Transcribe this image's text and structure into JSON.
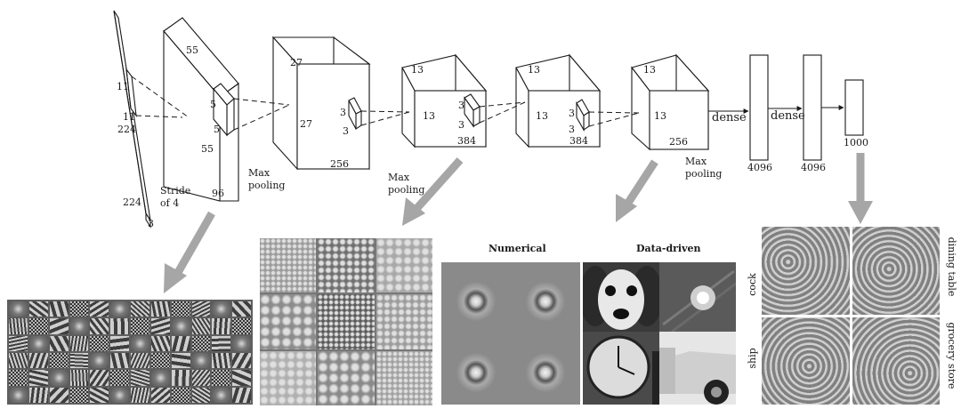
{
  "input_layer": {
    "height": "224",
    "width": "224",
    "depth": "3",
    "kernel_h": "11",
    "kernel_w": "11"
  },
  "conv1": {
    "size": "55",
    "size_side": "55",
    "depth": "96",
    "kernel_h": "5",
    "kernel_w": "5",
    "note_line1": "Stride",
    "note_line2": "of 4"
  },
  "pool1": {
    "line1": "Max",
    "line2": "pooling"
  },
  "conv2": {
    "size": "27",
    "size_side": "27",
    "depth": "256",
    "kernel_h": "3",
    "kernel_w": "3"
  },
  "pool2": {
    "line1": "Max",
    "line2": "pooling"
  },
  "conv3": {
    "size": "13",
    "size_side": "13",
    "depth": "384",
    "kernel_h": "3",
    "kernel_w": "3"
  },
  "conv4": {
    "size": "13",
    "size_side": "13",
    "depth": "384",
    "kernel_h": "3",
    "kernel_w": "3"
  },
  "conv5": {
    "size": "13",
    "size_side": "13",
    "depth": "256"
  },
  "pool3": {
    "line1": "Max",
    "line2": "pooling"
  },
  "dense_label_1": "dense",
  "dense_label_2": "dense",
  "fc1_size": "4096",
  "fc2_size": "4096",
  "output_size": "1000",
  "viz_headers": {
    "numerical": "Numerical",
    "data_driven": "Data-driven"
  },
  "class_labels": {
    "cock": "cock",
    "dining_table": "dining table",
    "ship": "ship",
    "grocery_store": "grocery store"
  },
  "colors": {
    "line": "#1a1a1a",
    "arrow": "#a6a6a6",
    "panel_bg": "#8a8a8a"
  }
}
